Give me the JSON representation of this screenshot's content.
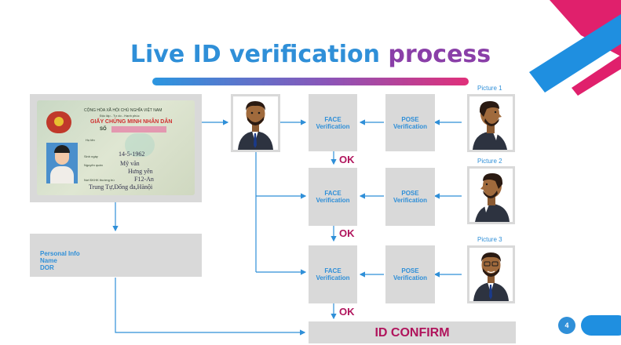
{
  "title": {
    "part1": "Live ID verification",
    "part2": "process"
  },
  "id_card": {
    "line_country": "CỘNG HÒA XÃ HỘI CHỦ NGHĨA VIỆT NAM",
    "line_motto": "Độc lập - Tự do - Hạnh phúc",
    "line_doc": "GIẤY CHỨNG MINH NHÂN DÂN",
    "line_no": "SỐ",
    "line_name": "Họ tên",
    "birth_label": "Sinh ngày",
    "birth_value": "14-5-1962",
    "origin_label": "Nguyên quán",
    "origin_value": "Mỹ văn",
    "origin_value2": "Hưng yên",
    "address_label": "Nơi ĐKHK thường trú",
    "address_value": "F12-An",
    "address_value2": "Trung Tự,Đống đa,Hànội"
  },
  "personal_info": {
    "line1": "Personal Info",
    "line2": "Name",
    "line3": "DOR"
  },
  "face_boxes": [
    {
      "line1": "FACE",
      "line2": "Verification"
    },
    {
      "line1": "FACE",
      "line2": "Verification"
    },
    {
      "line1": "FACE",
      "line2": "Verification"
    }
  ],
  "pose_boxes": [
    {
      "line1": "POSE",
      "line2": "Verification"
    },
    {
      "line1": "POSE",
      "line2": "Verification"
    },
    {
      "line1": "POSE",
      "line2": "Verification"
    }
  ],
  "ok_labels": [
    "OK",
    "OK",
    "OK"
  ],
  "picture_labels": [
    "Picture 1",
    "Picture 2",
    "Picture 3"
  ],
  "confirm": "ID CONFIRM",
  "page_number": "4",
  "colors": {
    "accent_blue": "#2f8fd8",
    "accent_purple": "#8a3fa8",
    "accent_magenta": "#b0145c",
    "box_gray": "#d9d9d9",
    "deco_pink": "#e0206c"
  },
  "icons": [
    "avatar-front-icon",
    "avatar-profile-right-icon",
    "avatar-profile-left-icon",
    "avatar-front-smile-icon",
    "flow-arrow-icon"
  ]
}
